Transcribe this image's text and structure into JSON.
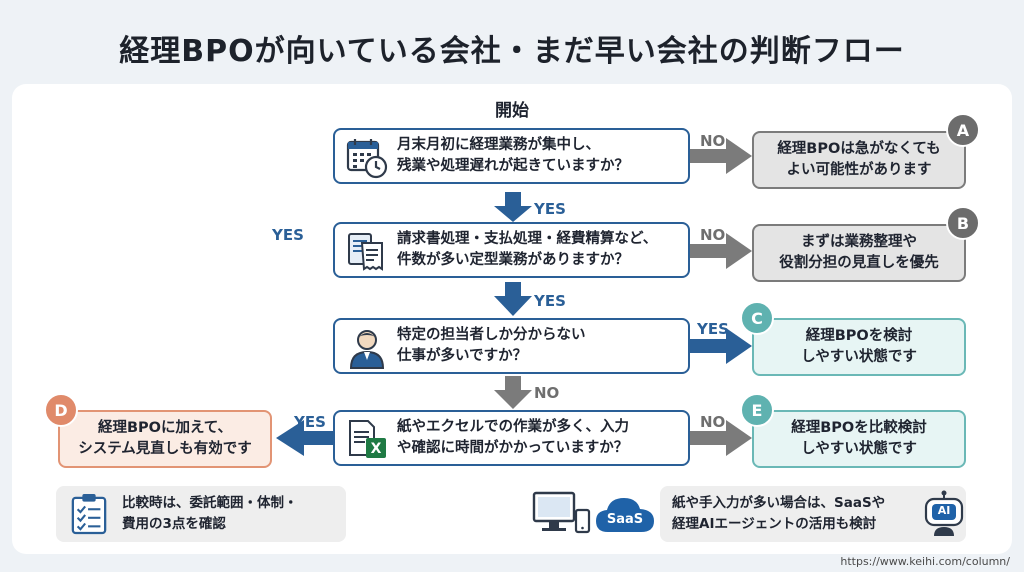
{
  "title": "経理BPOが向いている会社・まだ早い会社の判断フロー",
  "start_label": "開始",
  "questions": [
    {
      "text": "月末月初に経理業務が集中し、\n残業や処理遅れが起きていますか？",
      "icon": "calendar-clock-icon"
    },
    {
      "text": "請求書処理・支払処理・経費精算など、\n件数が多い定型業務がありますか？",
      "icon": "documents-icon"
    },
    {
      "text": "特定の担当者しか分からない\n仕事が多いですか？",
      "icon": "person-icon"
    },
    {
      "text": "紙やエクセルでの作業が多く、入力\nや確認に時間がかかっていますか？",
      "icon": "paper-excel-icon"
    }
  ],
  "results": {
    "A": {
      "badge": "A",
      "text": "経理BPOは急がなくても\nよい可能性があります"
    },
    "B": {
      "badge": "B",
      "text": "まずは業務整理や\n役割分担の見直しを優先"
    },
    "C": {
      "badge": "C",
      "text": "経理BPOを検討\nしやすい状態です"
    },
    "D": {
      "badge": "D",
      "text": "経理BPOに加えて、\nシステム見直しも有効です"
    },
    "E": {
      "badge": "E",
      "text": "経理BPOを比較検討\nしやすい状態です"
    }
  },
  "labels": {
    "yes": "YES",
    "no": "NO"
  },
  "notes": {
    "checklist": "比較時は、委託範囲・体制・\n費用の3点を確認",
    "saas_badge": "SaaS",
    "ai_badge": "AI",
    "saas_ai": "紙や手入力が多い場合は、SaaSや\n経理AIエージェントの活用も検討"
  },
  "url": "https://www.keihi.com/column/",
  "colors": {
    "primary_blue": "#2a5f97",
    "gray": "#7b7b7b",
    "teal": "#6ab8b6",
    "peach": "#e29474"
  }
}
